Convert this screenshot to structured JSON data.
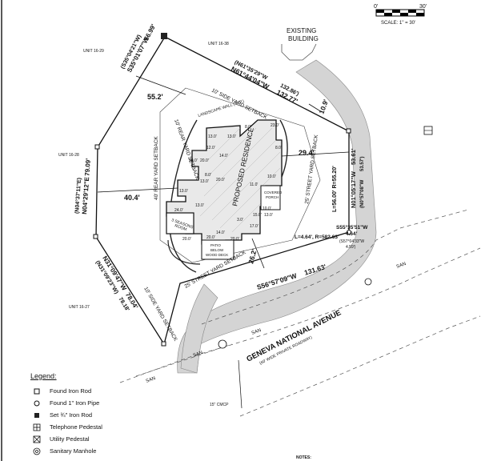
{
  "scale": {
    "left": "0'",
    "right": "30'",
    "text": "SCALE: 1\" = 30'"
  },
  "existing_building": [
    "EXISTING",
    "BUILDING"
  ],
  "units": {
    "u1629": "UNIT 16-29",
    "u1638": "UNIT 16-38",
    "u1628": "UNIT 16-28",
    "u1627": "UNIT 16-27"
  },
  "bearings": {
    "west_upper_record": "(S35°04'21\"W)",
    "west_upper": "S35°01'07\"W",
    "west_upper_dist": "56.99'",
    "west_mid_record": "(N04°37'11\"E)",
    "west_mid": "N04°29'12\"E",
    "west_mid_dist": "79.09'",
    "west_lower_record": "(N31°09'23\"W)",
    "west_lower": "N31°09'47\"W",
    "west_lower_dist": "78.04'",
    "west_lower_dist_record": "78.18'",
    "north_record": "(N61°35'29\"W",
    "north_record_dist": "132.86')",
    "north": "N61°44'04\"W",
    "north_dist": "132.77'",
    "east": "N01°05'17\"W",
    "east_dist": "53.61'",
    "east_record": "(N0°57'08\"W",
    "east_record_dist": "53.57')",
    "south_curve": "S55°35'51\"W",
    "south_curve_dist": "4.64'",
    "south_curve_record": "(S57°04'33\"W",
    "south_curve_record_dist": "4.59')",
    "south": "S56°57'09\"W",
    "south_dist": "131.63'",
    "arc_l": "L=56.00' R=55.20'",
    "arc_small": "L=4.64', R=582.63'"
  },
  "setbacks": {
    "rear_top": "10' REAR YARD SETBACK",
    "side_top": "10' SIDE YARD SETBACK",
    "rear_left": "40' REAR YARD SETBACK",
    "street_right": "25' STREET YARD SETBACK",
    "street_bottom": "25' STREET YARD SETBACK",
    "side_bottom": "10' SIDE YARD SETBACK"
  },
  "distances": {
    "d55": "55.2'",
    "d40": "40.4'",
    "d29": "29.4'",
    "d26": "26.2'",
    "d10": "10.9'"
  },
  "labels": {
    "landscape_wall": "LANDSCAPE WALL (TYP.)",
    "residence": "PROPOSED RESIDENCE",
    "seasons_room": [
      "3 SEASONS",
      "ROOM"
    ],
    "covered_porch": [
      "COVERED",
      "PORCH"
    ],
    "wood_deck": [
      "PATIO",
      "BELOW",
      "WOOD DECK"
    ],
    "road": "GENEVA NATIONAL AVENUE",
    "road_note": "(60' WIDE PRIVATE ROADWAY)",
    "culvert": "15\" CMCP",
    "san": "SAN"
  },
  "dims": [
    "13.0'",
    "13.0'",
    "23.0'",
    "8.0'",
    "12.0'",
    "20.0'",
    "20.0'",
    "14.0'",
    "8.0'",
    "20.0'",
    "13.0'",
    "13.0'",
    "10.0'",
    "11.0'",
    "10.0'",
    "13.0'",
    "15.0'",
    "17.0'",
    "24.0'",
    "3.0'",
    "20.0'",
    "20.0'",
    "14.0'",
    "20.0'",
    "13.0'",
    "8.0'"
  ],
  "legend": {
    "title": "Legend:",
    "items": [
      {
        "symbol": "found-iron-rod-icon",
        "label": "Found Iron Rod"
      },
      {
        "symbol": "found-iron-pipe-icon",
        "label": "Found 1\" Iron Pipe"
      },
      {
        "symbol": "set-iron-rod-icon",
        "label": "Set ¾\" Iron Rod"
      },
      {
        "symbol": "telephone-pedestal-icon",
        "label": "Telephone Pedestal"
      },
      {
        "symbol": "utility-pedestal-icon",
        "label": "Utility Pedestal"
      },
      {
        "symbol": "sanitary-manhole-icon",
        "label": "Sanitary Manhole"
      }
    ]
  },
  "notes": "NOTES:"
}
